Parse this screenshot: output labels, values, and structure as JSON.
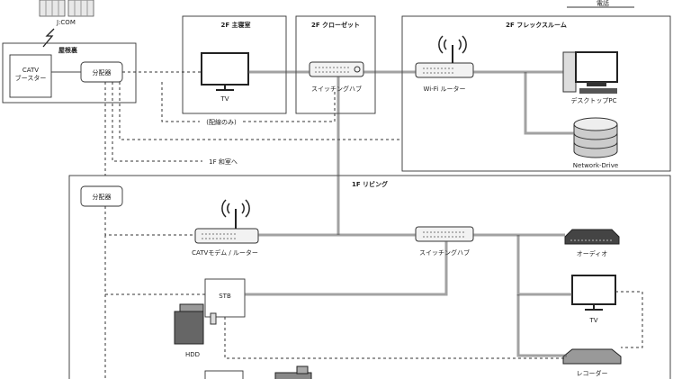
{
  "legend": {
    "label": "電話"
  },
  "rooms": {
    "attic": "屋根裏",
    "master_bedroom": "2F 主寝室",
    "closet": "2F クローゼット",
    "flex_room": "2F フレックスルーム",
    "living": "1F リビング"
  },
  "devices": {
    "jcom": "J:COM",
    "catv_booster": "CATV\nブースター",
    "splitter_attic": "分配器",
    "tv_bedroom": "TV",
    "switch_closet": "スイッチングハブ",
    "wifi_router": "Wi-Fi ルーター",
    "desktop_pc": "デスクトップPC",
    "network_drive": "Network-Drive",
    "splitter_living": "分配器",
    "catv_modem": "CATVモデム / ルーター",
    "switch_living": "スイッチングハブ",
    "audio": "オーディオ",
    "stb": "STB",
    "hdd": "HDD",
    "tv_living": "TV",
    "recorder": "レコーダー"
  },
  "notes": {
    "wiring_only": "(配線のみ)",
    "to_washitsu": "1F 和室へ"
  },
  "colors": {
    "line": "#444444",
    "device_fill": "#f2f2f2"
  }
}
